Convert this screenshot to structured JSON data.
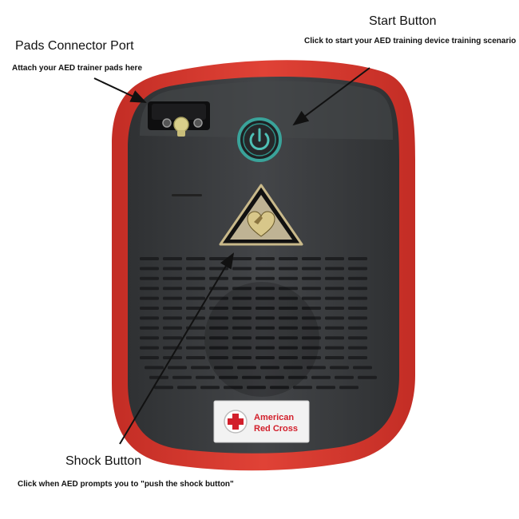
{
  "callouts": {
    "pads": {
      "title": "Pads Connector Port",
      "description": "Attach your AED trainer pads here"
    },
    "start": {
      "title": "Start Button",
      "description": "Click to start your AED training device training scenario"
    },
    "shock": {
      "title": "Shock Button",
      "description": "Click when AED prompts you to \"push the shock button\""
    }
  },
  "brand": {
    "line1": "American",
    "line2": "Red Cross"
  },
  "colors": {
    "bumper": "#d8382f",
    "body": "#3b3d40",
    "start_ring": "#3aa39a",
    "shock_triangle": "#c9b98a",
    "brand_red": "#d21f2b",
    "arrow": "#111111"
  },
  "icons": {
    "start": "power-icon",
    "shock": "heart-hand-icon",
    "brand": "red-cross-icon"
  }
}
